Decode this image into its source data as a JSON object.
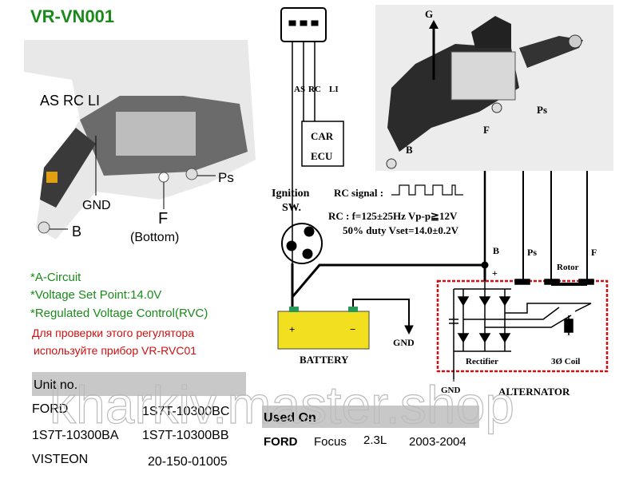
{
  "title": "VR-VN001",
  "left_diagram": {
    "connector_pins": "AS RC LI",
    "labels": {
      "gnd": "GND",
      "f": "F",
      "bottom": "(Bottom)",
      "ps": "Ps",
      "b": "B"
    }
  },
  "features": [
    "*A-Circuit",
    "*Voltage Set Point:14.0V",
    "*Regulated Voltage Control(RVC)"
  ],
  "notice": [
    "Для проверки этого регулятора",
    "используйте прибор VR-RVC01"
  ],
  "unit_table": {
    "header": "Unit no.",
    "rows": [
      [
        "FORD",
        "1S7T-10300BC"
      ],
      [
        "1S7T-10300BA",
        "1S7T-10300BB"
      ],
      [
        "VISTEON",
        "20-150-01005"
      ]
    ]
  },
  "used_on": {
    "header": "Used On",
    "make": "FORD",
    "model": "Focus",
    "engine": "2.3L",
    "years": "2003-2004"
  },
  "wiring": {
    "pin_as": "AS",
    "pin_rc": "RC",
    "pin_li": "LI",
    "car": "CAR",
    "ecu": "ECU",
    "ignition": "Ignition",
    "sw": "SW.",
    "rc_signal": "RC signal :",
    "rc_spec1": "RC : f=125±25Hz Vp-p≧12V",
    "rc_spec2": "50% duty Vset=14.0±0.2V",
    "battery": "BATTERY",
    "plus": "+",
    "minus": "−",
    "gnd": "GND",
    "gnd2": "GND",
    "g": "G",
    "photo_b": "B",
    "photo_f": "F",
    "photo_ps": "Ps",
    "b": "B",
    "ps": "Ps",
    "rotor": "Rotor",
    "f": "F",
    "bplus": "+",
    "rectifier": "Rectifier",
    "coil": "3Ø Coil",
    "alternator": "ALTERNATOR"
  },
  "watermark": "kharkiv.master.shop",
  "colors": {
    "green": "#1a8a1a",
    "red": "#d01010",
    "battery": "#f2e020",
    "header_bg": "#c8c8c8"
  }
}
